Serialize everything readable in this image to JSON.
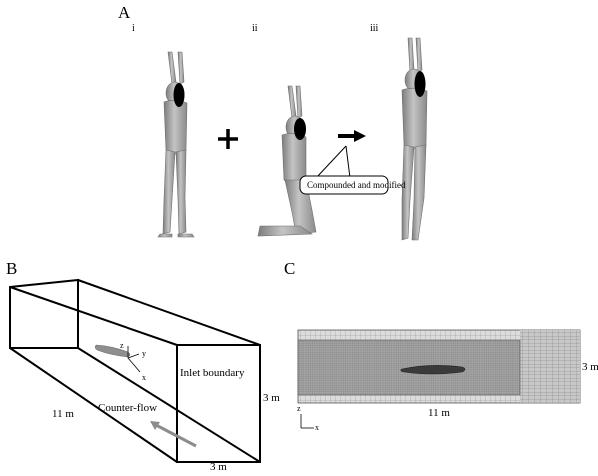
{
  "panels": {
    "A": {
      "letter": "A",
      "sub_i": "i",
      "sub_ii": "ii",
      "sub_iii": "iii",
      "callout": "Compounded and modified"
    },
    "B": {
      "letter": "B",
      "inlet": "Inlet boundary",
      "counterflow": "Counter-flow",
      "length": "11 m",
      "width": "3 m",
      "height": "3 m",
      "axis_x": "x",
      "axis_y": "y",
      "axis_z": "z"
    },
    "C": {
      "letter": "C",
      "length": "11 m",
      "height": "3 m",
      "axis_x": "x",
      "axis_z": "z"
    }
  },
  "colors": {
    "figure": "#9c9c9c",
    "mesh": "#8a8a8a",
    "head_marker": "#000000"
  }
}
